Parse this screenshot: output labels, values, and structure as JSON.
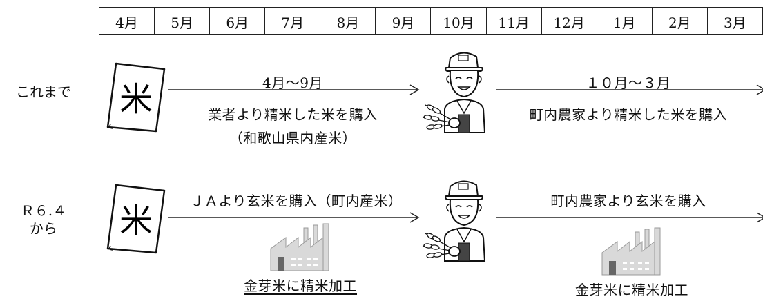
{
  "months": [
    "4月",
    "5月",
    "6月",
    "7月",
    "8月",
    "9月",
    "10月",
    "11月",
    "12月",
    "1月",
    "2月",
    "3月"
  ],
  "rows": {
    "current": {
      "label": "これまで",
      "bag_char": "米",
      "seg1": {
        "period": "4月～9月",
        "desc": "業者より精米した米を購入",
        "note": "（和歌山県内産米）"
      },
      "seg2": {
        "period": "１０月～３月",
        "desc": "町内農家より精米した米を購入"
      }
    },
    "future": {
      "label_line1": "Ｒ６.４",
      "label_line2": "から",
      "bag_char": "米",
      "seg1": {
        "desc": "ＪＡより玄米を購入（町内産米）",
        "process": "金芽米に精米加工"
      },
      "seg2": {
        "desc": "町内農家より玄米を購入",
        "process": "金芽米に精米加工"
      }
    }
  },
  "icons": {
    "bag": "rice-bag-icon",
    "farmer": "farmer-icon",
    "factory": "factory-icon"
  }
}
